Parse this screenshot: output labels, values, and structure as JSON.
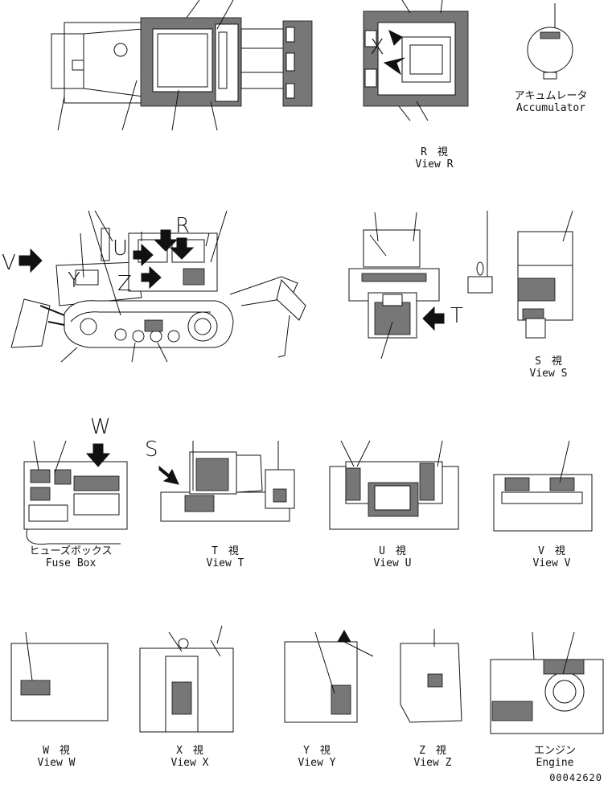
{
  "captions": {
    "accumulator": {
      "jp": "アキュムレータ",
      "en": "Accumulator"
    },
    "view_r": {
      "jp": "R　視",
      "en": "View R"
    },
    "view_s": {
      "jp": "S　視",
      "en": "View S"
    },
    "fuse_box": {
      "jp": "ヒューズボックス",
      "en": "Fuse Box"
    },
    "view_t": {
      "jp": "T　視",
      "en": "View T"
    },
    "view_u": {
      "jp": "U　視",
      "en": "View U"
    },
    "view_v": {
      "jp": "V　視",
      "en": "View V"
    },
    "view_w": {
      "jp": "W　視",
      "en": "View W"
    },
    "view_x": {
      "jp": "X　視",
      "en": "View X"
    },
    "view_y": {
      "jp": "Y　視",
      "en": "View Y"
    },
    "view_z": {
      "jp": "Z　視",
      "en": "View Z"
    },
    "engine": {
      "jp": "エンジン",
      "en": "Engine"
    }
  },
  "view_letters": {
    "v": "V",
    "u": "U",
    "r": "R",
    "z": "Z",
    "y": "Y",
    "x": "X",
    "t": "T",
    "w": "W",
    "s": "S"
  },
  "document_number": "00042620"
}
